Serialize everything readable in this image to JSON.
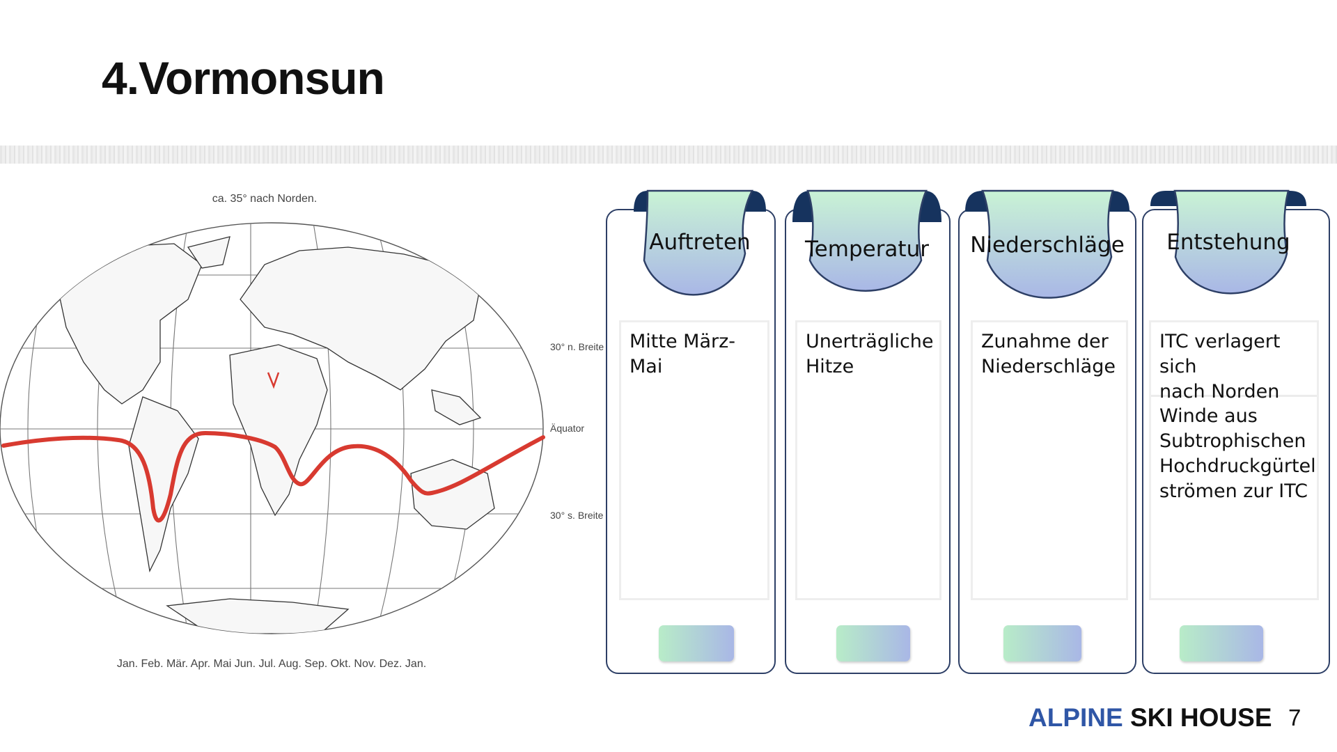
{
  "slide": {
    "title": "4.Vormonsun",
    "page_number": "7"
  },
  "footer": {
    "brand_part1": "ALPINE",
    "brand_part2": "SKI HOUSE"
  },
  "map": {
    "top_label": "ca. 35° nach Norden.",
    "north_label": "30° n. Breite",
    "equator_label": "Äquator",
    "south_label": "30° s. Breite",
    "months": "Jan. Feb. Mär. Apr. Mai Jun. Jul. Aug. Sep. Okt. Nov. Dez. Jan."
  },
  "columns": [
    {
      "heading": "Auftreten",
      "text1": "Mitte März-\nMai",
      "text2": ""
    },
    {
      "heading": "Temperatur",
      "text1": "Unerträgliche\nHitze",
      "text2": ""
    },
    {
      "heading": "Niederschläge",
      "text1": "Zunahme der\nNiederschläge",
      "text2": ""
    },
    {
      "heading": "Entstehung",
      "text1": "ITC verlagert sich\nnach Norden",
      "text2": "Winde aus\nSubtrophischen\nHochdruckgürtel\nströmen zur ITC"
    }
  ],
  "colors": {
    "border": "#2d3f66",
    "tab_top": "#c9f3d5",
    "tab_bottom": "#a9b7e6",
    "tab_dark": "#16335e",
    "itc_line": "#d83a30",
    "brand": "#2f56a6"
  }
}
